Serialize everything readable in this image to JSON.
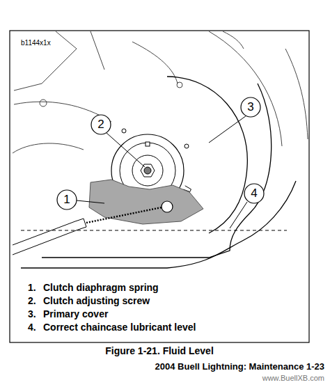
{
  "diagram": {
    "caption": "Figure 1-21. Fluid Level",
    "nodes": [
      {
        "text": [
          "3"
        ]
      },
      {
        "text": [
          "2"
        ]
      },
      {
        "text": [
          "4"
        ]
      },
      {
        "text": [
          "1"
        ]
      }
    ],
    "labels": [
      "b1144x1x",
      "1.",
      "Clutch diaphragm spring",
      "2.",
      "Clutch adjusting screw",
      "3.",
      "Primary cover",
      "4.",
      "Correct chaincase lubricant level",
      "2004 Buell Lightning: Maintenance 1-23",
      "www.BuellXB.com"
    ]
  }
}
